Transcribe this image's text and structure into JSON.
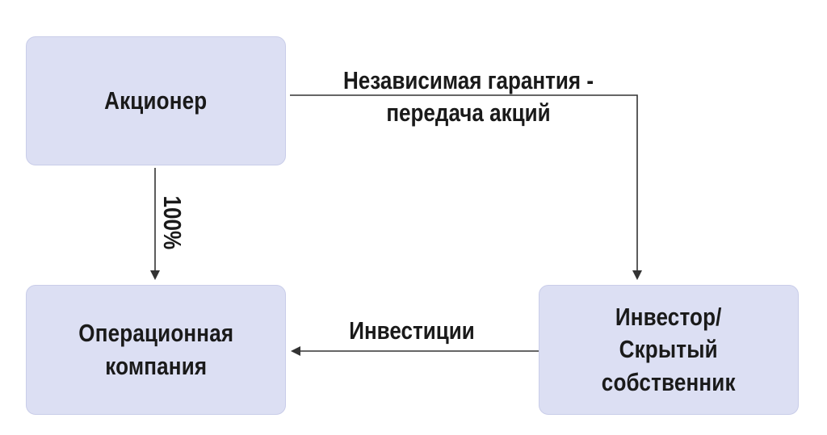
{
  "nodes": {
    "shareholder": {
      "label": "Акционер"
    },
    "operating_company": {
      "line1": "Операционная",
      "line2": "компания"
    },
    "investor": {
      "line1": "Инвестор/",
      "line2": "Скрытый",
      "line3": "собственник"
    }
  },
  "edges": {
    "guarantee": {
      "line1": "Независимая гарантия -",
      "line2": "передача акций"
    },
    "ownership": {
      "label": "100%"
    },
    "investments": {
      "label": "Инвестиции"
    }
  },
  "colors": {
    "node_fill": "#dcdff3",
    "node_border": "#c9cde9",
    "line": "#333333",
    "text": "#1a1a1a"
  }
}
